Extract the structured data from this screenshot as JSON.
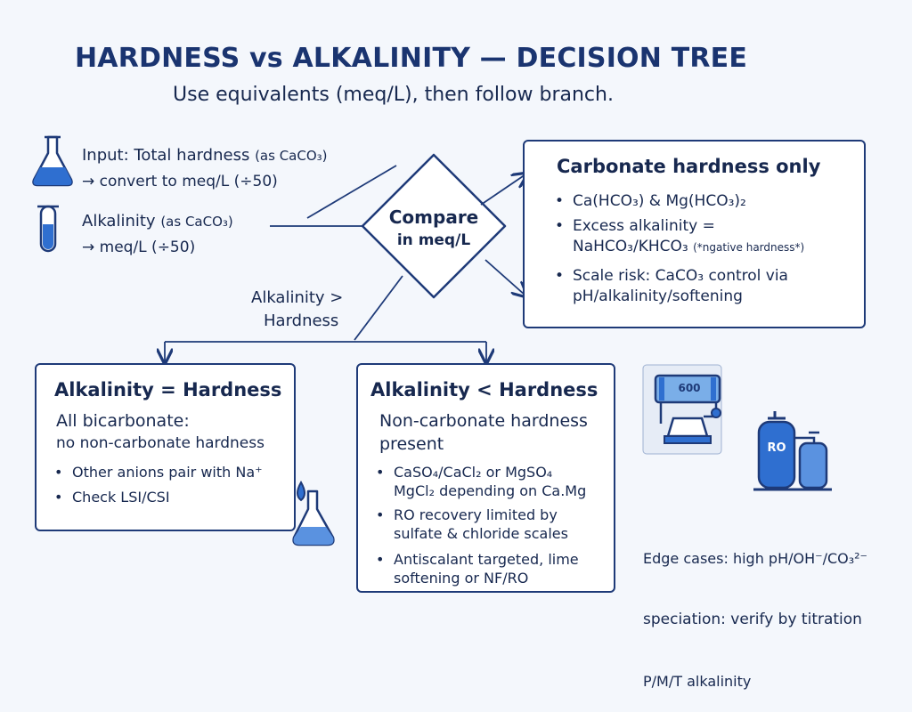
{
  "title": "HARDNESS vs ALKALINITY — DECISION TREE",
  "subtitle": "Use equivalents (meq/L), then follow branch.",
  "inputs": {
    "hardness_label": "Input: Total hardness",
    "hardness_unit": "(as CaCO₃)",
    "hardness_convert": "→ convert to meq/L (÷50)",
    "alkalinity_label": "Alkalinity",
    "alkalinity_unit": "(as CaCO₃)",
    "alkalinity_convert": "→ meq/L (÷50)"
  },
  "decision": {
    "line1": "Compare",
    "line2": "in meq/L"
  },
  "branch_label": {
    "line1": "Alkalinity >",
    "line2": "Hardness"
  },
  "carbonate_box": {
    "title": "Carbonate hardness only",
    "bullet1": "Ca(HCO₃) & Mg(HCO₃)₂",
    "bullet2_line1": "Excess alkalinity =",
    "bullet2_line2": "NaHCO₃/KHCO₃",
    "bullet2_note": "(*ngative hardness*)",
    "bullet3_line1": "Scale risk: CaCO₃ control via",
    "bullet3_line2": "pH/alkalinity/softening"
  },
  "equal_box": {
    "title": "Alkalinity = Hardness",
    "sub1": "All bicarbonate:",
    "sub2": "no non-carbonate hardness",
    "bullet1": "Other anions pair with Na⁺",
    "bullet2": "Check LSI/CSI"
  },
  "less_box": {
    "title": "Alkalinity < Hardness",
    "sub1": "Non-carbonate hardness",
    "sub2": "present",
    "bullet1_line1": "CaSO₄/CaCl₂ or MgSO₄",
    "bullet1_line2": "MgCl₂ depending on Ca.Mg",
    "bullet2_line1": "RO recovery limited by",
    "bullet2_line2": "sulfate & chloride scales",
    "bullet3_line1": "Antiscalant targeted, lime",
    "bullet3_line2": "softening or NF/RO"
  },
  "equipment": {
    "gauge_label": "600",
    "ro_label": "RO"
  },
  "edge_note": {
    "line1": "Edge cases: high pH/OH⁻/CO₃²⁻",
    "line2": "speciation: verify by titration",
    "line3": "P/M/T alkalinity"
  },
  "colors": {
    "primary": "#1e3a78",
    "accent": "#2f6fd0",
    "light_blue": "#5a92e0",
    "background": "#f4f7fc"
  },
  "icons": [
    "flask-icon",
    "test-tube-icon",
    "balance-scale-icon",
    "droplet-flask-icon",
    "water-treatment-icon",
    "ro-tank-icon"
  ]
}
